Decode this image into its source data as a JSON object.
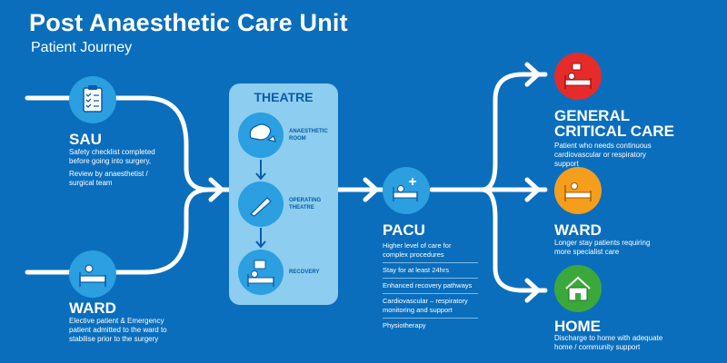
{
  "header": {
    "title": "Post Anaesthetic Care Unit",
    "subtitle": "Patient Journey"
  },
  "sau": {
    "label": "SAU",
    "line1": "Safety checklist completed before going into surgery,",
    "line2": "Review by anaesthetist / surgical team",
    "icon": "clipboard-checklist-icon"
  },
  "ward_in": {
    "label": "WARD",
    "desc": "Elective patient & Emergency patient admitted to the ward to stabilise prior to the surgery",
    "icon": "patient-bed-icon"
  },
  "theatre": {
    "title": "THEATRE",
    "steps": [
      {
        "label": "ANAESTHETIC ROOM",
        "icon": "anaesthetic-brain-icon"
      },
      {
        "label": "OPERATING THEATRE",
        "icon": "scalpel-icon"
      },
      {
        "label": "RECOVERY",
        "icon": "recovery-bed-icon"
      }
    ]
  },
  "pacu": {
    "label": "PACU",
    "items": [
      "Higher level of care for complex procedures",
      "Stay for at least 24hrs",
      "Enhanced recovery pathways",
      "Cardiovascular – respiratory monitoring and support",
      "Physiotherapy"
    ],
    "icon": "bed-plus-icon"
  },
  "critical": {
    "label_line1": "GENERAL",
    "label_line2": "CRITICAL CARE",
    "desc": "Patient who needs continuous cardiovascular or respiratory support",
    "color": "#e62b2b",
    "icon": "critical-care-bed-icon"
  },
  "ward_out": {
    "label": "WARD",
    "desc": "Longer stay patients requiring more specialist care",
    "color": "#f59d1d",
    "icon": "ward-bed-icon"
  },
  "home": {
    "label": "HOME",
    "desc": "Discharge to home with adequate home / community support",
    "color": "#3ba83b",
    "icon": "house-icon"
  },
  "colors": {
    "background": "#0a6ebd",
    "circle": "#2b9fe0",
    "panel": "#8ccdf0"
  }
}
